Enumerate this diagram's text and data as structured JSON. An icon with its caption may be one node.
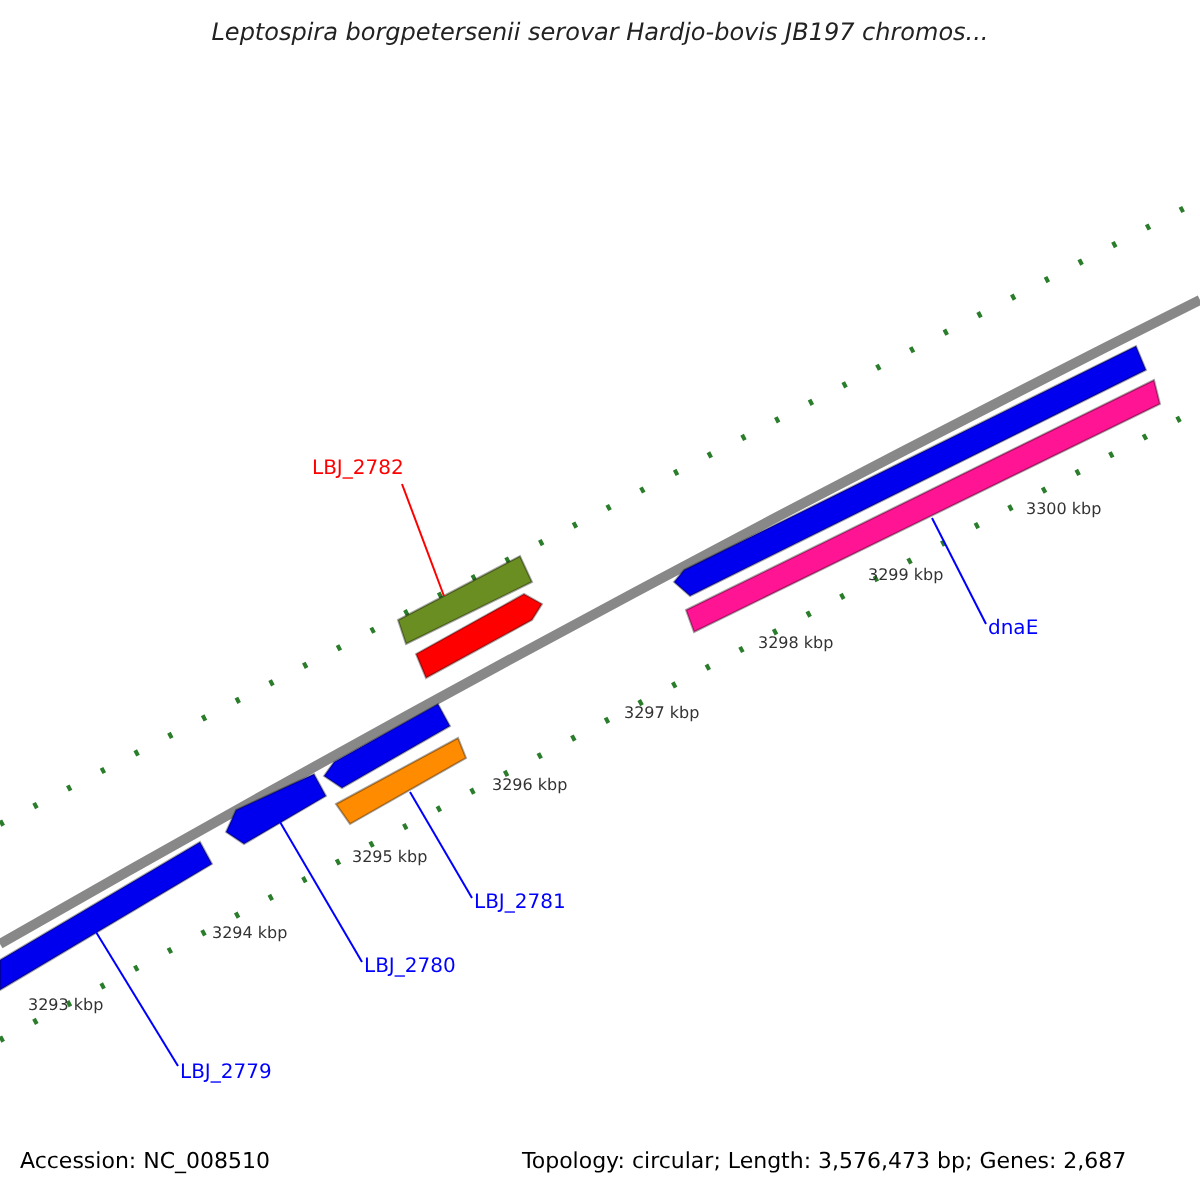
{
  "diagram": {
    "title": "Leptospira borgpetersenii serovar Hardjo-bovis JB197 chromos...",
    "nodes": [
      {
        "text": [],
        "shape": "bar"
      },
      {
        "text": [],
        "shape": "bar"
      },
      {
        "text": [],
        "shape": "bar"
      },
      {
        "text": [],
        "shape": "bar"
      },
      {
        "text": [],
        "shape": "bar"
      },
      {
        "text": [],
        "shape": "bar"
      },
      {
        "text": [],
        "shape": "bar"
      },
      {
        "text": [],
        "shape": "bar"
      },
      {
        "text": [
          "LBJ_2782"
        ]
      },
      {
        "text": [
          "LBJ_2781"
        ]
      },
      {
        "text": [
          "LBJ_2780"
        ]
      },
      {
        "text": [
          "LBJ_2779"
        ]
      },
      {
        "text": [
          "dnaE"
        ]
      }
    ],
    "edges": [
      {
        "from": 8,
        "to": 4,
        "arrow": "none",
        "color": "#ff0000"
      },
      {
        "from": 9,
        "to": 3,
        "arrow": "none"
      },
      {
        "from": 10,
        "to": 1,
        "arrow": "none"
      },
      {
        "from": 11,
        "to": 0,
        "arrow": "none"
      },
      {
        "from": 12,
        "to": 7,
        "arrow": "none"
      }
    ],
    "labels": [
      "3300 kbp",
      "3299 kbp",
      "3298 kbp",
      "3297 kbp",
      "3296 kbp",
      "3295 kbp",
      "3294 kbp",
      "3293 kbp",
      "Accession: NC_008510",
      "Topology: circular; Length: 3,576,473 bp; Genes: 2,687"
    ]
  }
}
